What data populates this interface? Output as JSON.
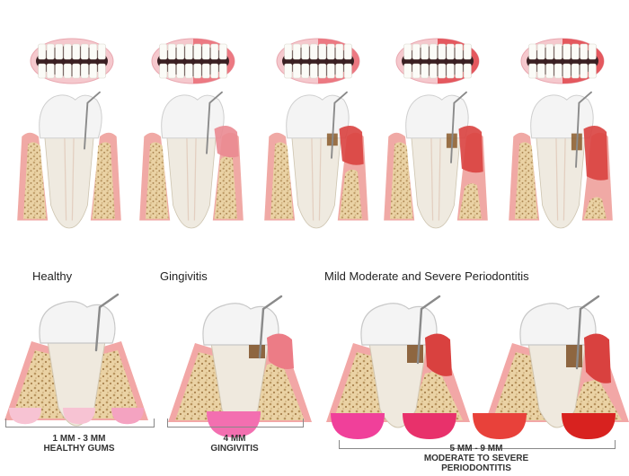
{
  "stages": [
    {
      "label": "Healthy"
    },
    {
      "label": "Gingivitis"
    },
    {
      "label": "Mild Moderate and Severe Periodontitis"
    }
  ],
  "measurements": [
    {
      "line1": "1 MM - 3 MM",
      "line2": "HEALTHY GUMS",
      "line3": ""
    },
    {
      "line1": "4 MM",
      "line2": "GINGIVITIS",
      "line3": ""
    },
    {
      "line1": "5 MM - 9 MM",
      "line2": "MODERATE TO SEVERE",
      "line3": "PERIODONTITIS"
    }
  ],
  "colors": {
    "gum_healthy": "#f2b8c0",
    "gum_inflamed": "#d9413f",
    "bone": "#e7cc9c",
    "tooth": "#f4f4f4",
    "probe": "#8a8a8a",
    "swatches": [
      "#f7c3d3",
      "#f4a3c1",
      "#f36fb0",
      "#f0409a",
      "#e8316b",
      "#e8413a",
      "#d8221f"
    ]
  }
}
